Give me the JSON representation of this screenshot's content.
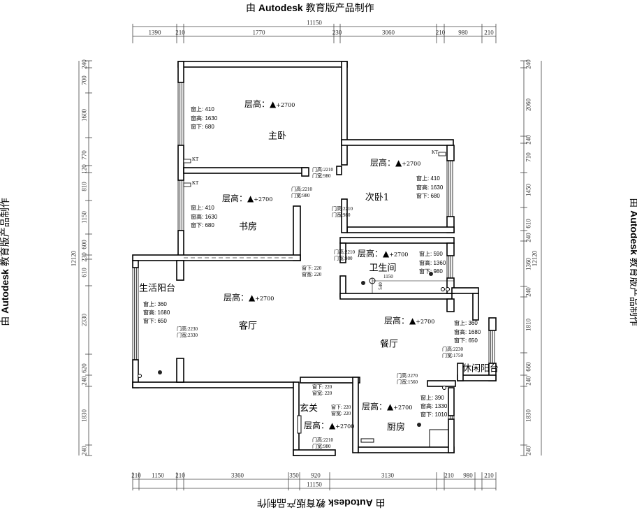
{
  "watermark": {
    "prefix": "由",
    "brand": "Autodesk",
    "suffix": "教育版产品制作"
  },
  "dimensions": {
    "total_width": "11150",
    "total_height": "12120",
    "top": [
      "1390",
      "210",
      "1770",
      "230",
      "3060",
      "210",
      "980",
      "210"
    ],
    "bottom": [
      "210",
      "1150",
      "210",
      "3360",
      "350",
      "920",
      "3130",
      "210",
      "980",
      "210"
    ],
    "left": [
      "240",
      "700",
      "1600",
      "770",
      "120",
      "810",
      "1150",
      "600",
      "230",
      "610",
      "2330",
      "620",
      "240",
      "1830",
      "240"
    ],
    "right": [
      "240",
      "2060",
      "240",
      "710",
      "1450",
      "610",
      "240",
      "1360",
      "240",
      "1810",
      "660",
      "240",
      "1830",
      "240"
    ]
  },
  "height_label": "层高：",
  "window_labels": {
    "top": "窗上:",
    "height": "窗高:",
    "bottom": "窗下:"
  },
  "rooms": {
    "master_bedroom": {
      "name": "主卧",
      "height": "+2700",
      "win": [
        "410",
        "1630",
        "680"
      ]
    },
    "study": {
      "name": "书房",
      "height": "+2700",
      "win": [
        "410",
        "1630",
        "680"
      ]
    },
    "bedroom2": {
      "name": "次卧1",
      "height": "+2700",
      "win": [
        "410",
        "1630",
        "680"
      ]
    },
    "bathroom": {
      "name": "卫生间",
      "height": "+2700",
      "win": [
        "590",
        "1360",
        "980"
      ],
      "dim_w": "1150",
      "dim_h": "540"
    },
    "living": {
      "name": "客厅",
      "height": "+2700"
    },
    "utility_balcony": {
      "name": "生活阳台",
      "win": [
        "360",
        "1680",
        "650"
      ]
    },
    "dining": {
      "name": "餐厅",
      "height": "+2700",
      "win": [
        "360",
        "1680",
        "650"
      ]
    },
    "leisure_balcony": {
      "name": "休闲阳台"
    },
    "entry": {
      "name": "玄关",
      "height": "+2700"
    },
    "kitchen": {
      "name": "厨房",
      "height": "+2700",
      "win": [
        "390",
        "1330",
        "1010"
      ]
    }
  },
  "doors": [
    {
      "h": "门高:2210",
      "w": "门宽:980"
    },
    {
      "h": "门高:2210",
      "w": "门宽:980"
    },
    {
      "h": "门高:2210",
      "w": "门宽:980"
    },
    {
      "h": "门高:2210",
      "w": "门宽:980"
    },
    {
      "h": "门高:2230",
      "w": "门宽:2330"
    },
    {
      "h": "门高:2230",
      "w": "门宽:1750"
    },
    {
      "h": "门高:2270",
      "w": "门宽:1560"
    },
    {
      "h": "门高:2210",
      "w": "门宽:980"
    }
  ],
  "small_openings": [
    {
      "a": "窗下: 220",
      "b": "窗宽: 220"
    },
    {
      "a": "窗下: 220",
      "b": "窗宽: 220"
    },
    {
      "a": "窗下: 220",
      "b": "窗宽: 220"
    }
  ],
  "switch_label": "KT"
}
